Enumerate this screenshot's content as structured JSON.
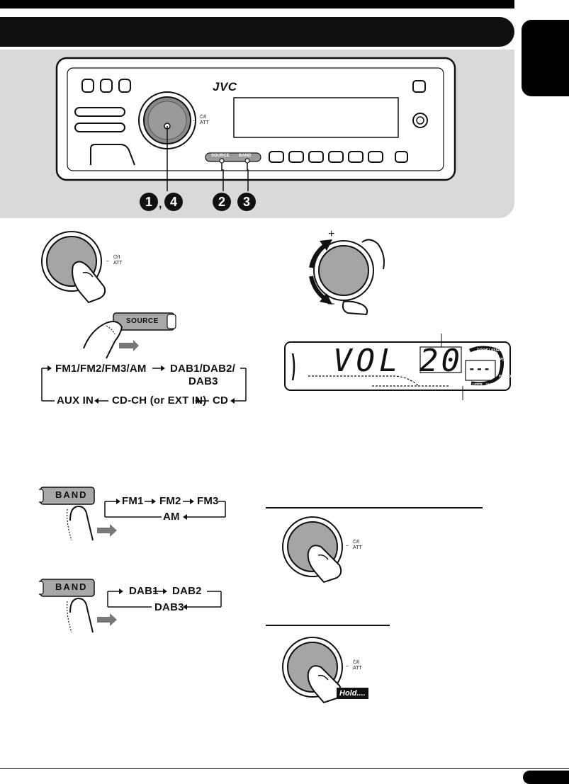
{
  "panel": {
    "brand": "JVC",
    "power_label_top": "⏻/I",
    "power_label_bottom": "ATT",
    "source_key": "SOURCE",
    "band_key": "BAND",
    "callouts": [
      "1",
      "4",
      "2",
      "3"
    ],
    "callout_separator": ","
  },
  "source_flow": {
    "button_label": "SOURCE",
    "row1_a": "FM1/FM2/FM3/AM",
    "row1_b": "DAB1/DAB2/",
    "row1_c": "DAB3",
    "row2_a": "AUX IN",
    "row2_b": "CD-CH (or EXT IN)",
    "row2_c": "CD"
  },
  "band_fm_flow": {
    "button_label": "BAND",
    "items": [
      "FM1",
      "FM2",
      "FM3"
    ],
    "loop": "AM"
  },
  "band_dab_flow": {
    "button_label": "BAND",
    "items": [
      "DAB1",
      "DAB2"
    ],
    "loop": "DAB3"
  },
  "volume": {
    "plus": "+",
    "minus": "–"
  },
  "display": {
    "text": "VOL",
    "value": "20",
    "preset_segments": "---",
    "eq_labels": [
      "ROCK",
      "CLASSIC",
      "POPS",
      "HIP HOP",
      "JAZZ",
      "USER"
    ]
  },
  "hold_badge": "Hold...."
}
